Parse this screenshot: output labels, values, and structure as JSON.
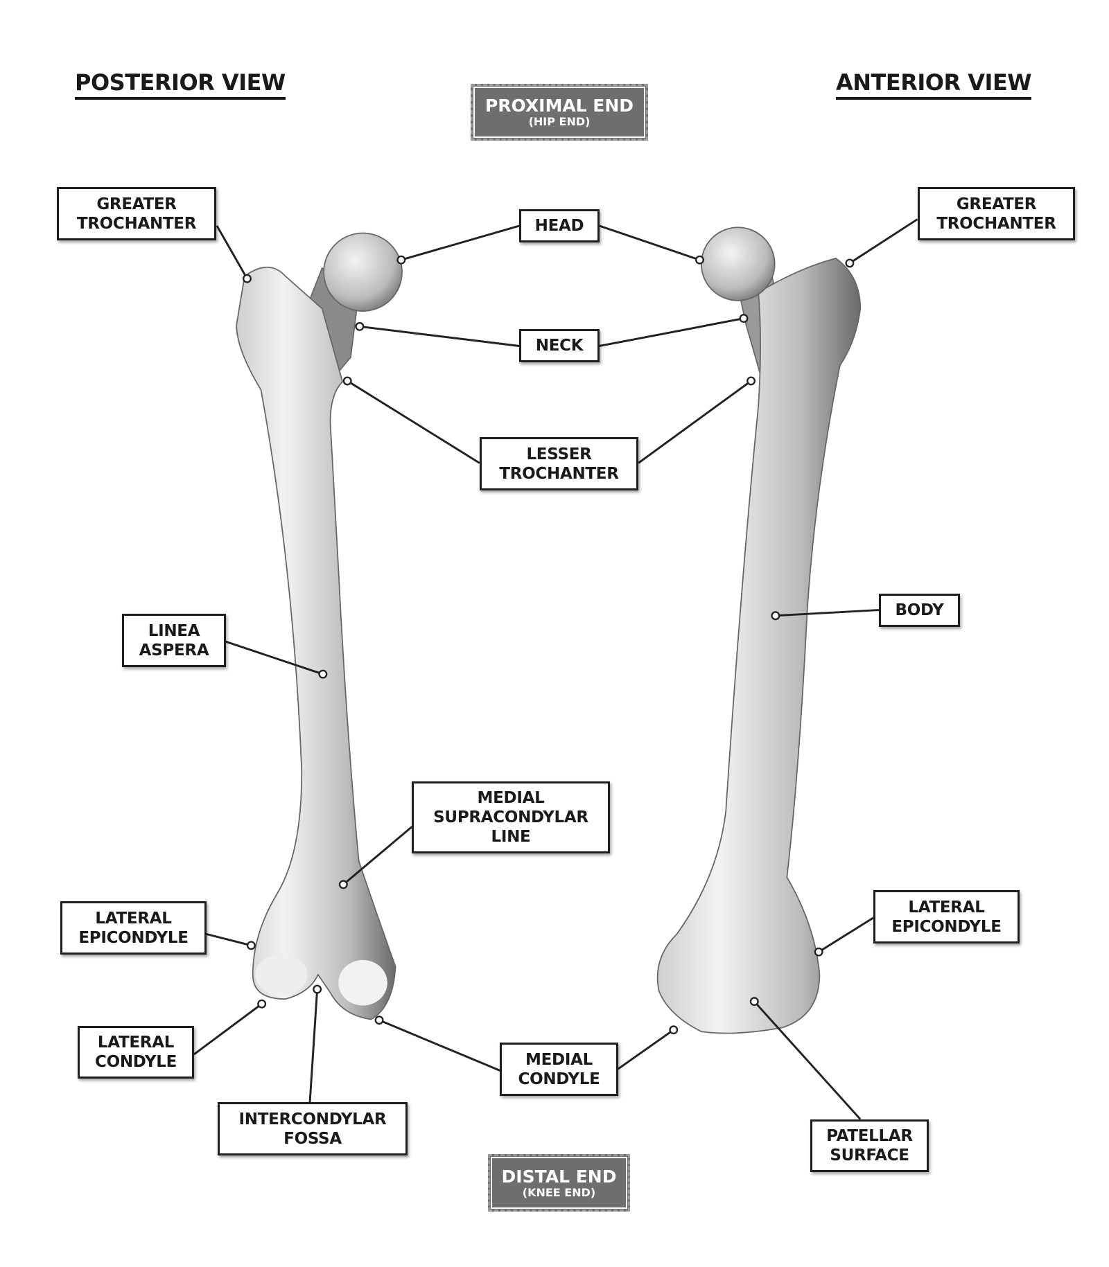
{
  "views": {
    "posterior": "POSTERIOR VIEW",
    "anterior": "ANTERIOR VIEW"
  },
  "proximal": {
    "main": "PROXIMAL END",
    "sub": "(HIP END)"
  },
  "distal": {
    "main": "DISTAL END",
    "sub": "(KNEE END)"
  },
  "labels": {
    "greater_trochanter_left": "GREATER\nTROCHANTER",
    "greater_trochanter_right": "GREATER\nTROCHANTER",
    "head": "HEAD",
    "neck": "NECK",
    "lesser_trochanter": "LESSER\nTROCHANTER",
    "linea_aspera": "LINEA\nASPERA",
    "body": "BODY",
    "medial_supracondylar_line": "MEDIAL\nSUPRACONDYLAR\nLINE",
    "lateral_epicondyle_left": "LATERAL\nEPICONDYLE",
    "lateral_epicondyle_right": "LATERAL\nEPICONDYLE",
    "lateral_condyle": "LATERAL\nCONDYLE",
    "intercondylar_fossa": "INTERCONDYLAR\nFOSSA",
    "medial_condyle": "MEDIAL\nCONDYLE",
    "patellar_surface": "PATELLAR\nSURFACE"
  },
  "colors": {
    "ink": "#1e1e1e",
    "end_box": "#6e6e6e"
  }
}
